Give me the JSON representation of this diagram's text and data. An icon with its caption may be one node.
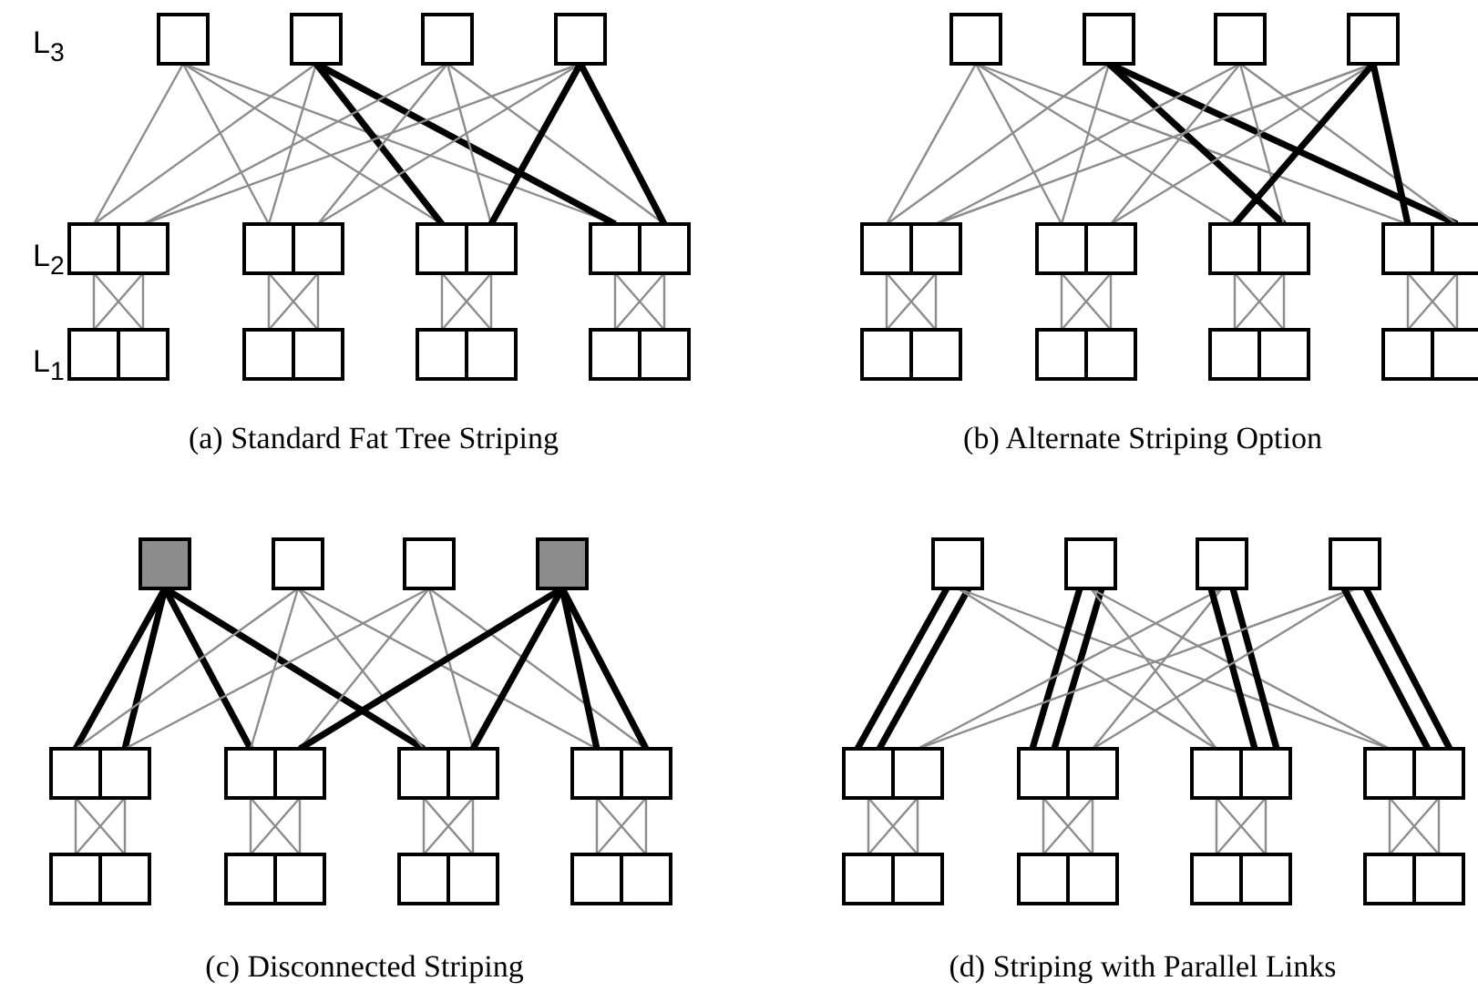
{
  "diagram": {
    "nodes": [
      {
        "text": [],
        "shape": "box"
      },
      {
        "text": [],
        "shape": "box"
      },
      {
        "text": [],
        "shape": "box"
      },
      {
        "text": [],
        "shape": "box"
      },
      {
        "text": [],
        "shape": "box"
      },
      {
        "text": [],
        "shape": "box"
      },
      {
        "text": [],
        "shape": "box"
      },
      {
        "text": [],
        "shape": "box"
      },
      {
        "text": [],
        "shape": "box"
      },
      {
        "text": [],
        "shape": "box"
      },
      {
        "text": [],
        "shape": "box"
      },
      {
        "text": [],
        "shape": "box"
      },
      {
        "text": [],
        "shape": "box"
      },
      {
        "text": [],
        "shape": "box"
      },
      {
        "text": [],
        "shape": "box"
      },
      {
        "text": [],
        "shape": "box"
      },
      {
        "text": [],
        "shape": "box"
      },
      {
        "text": [],
        "shape": "box"
      },
      {
        "text": [],
        "shape": "box"
      },
      {
        "text": [],
        "shape": "box"
      },
      {
        "text": [],
        "shape": "box"
      },
      {
        "text": [],
        "shape": "box"
      },
      {
        "text": [],
        "shape": "box"
      },
      {
        "text": [],
        "shape": "box"
      },
      {
        "text": [],
        "shape": "box"
      },
      {
        "text": [],
        "shape": "box"
      },
      {
        "text": [],
        "shape": "box"
      },
      {
        "text": [],
        "shape": "box"
      },
      {
        "text": [],
        "shape": "box"
      },
      {
        "text": [],
        "shape": "box"
      },
      {
        "text": [],
        "shape": "box"
      },
      {
        "text": [],
        "shape": "box"
      },
      {
        "text": [],
        "shape": "box"
      },
      {
        "text": [],
        "shape": "box"
      },
      {
        "text": [],
        "shape": "box"
      },
      {
        "text": [],
        "shape": "box"
      },
      {
        "text": [],
        "shape": "box"
      },
      {
        "text": [],
        "shape": "box"
      },
      {
        "text": [],
        "shape": "box"
      },
      {
        "text": [],
        "shape": "box"
      },
      {
        "text": [],
        "shape": "box"
      },
      {
        "text": [],
        "shape": "box"
      },
      {
        "text": [],
        "shape": "box"
      },
      {
        "text": [],
        "shape": "box"
      },
      {
        "text": [],
        "shape": "box"
      },
      {
        "text": [],
        "shape": "box"
      },
      {
        "text": [],
        "shape": "box"
      },
      {
        "text": [],
        "shape": "box"
      },
      {
        "text": [],
        "shape": "box"
      },
      {
        "text": [],
        "shape": "box"
      },
      {
        "text": [],
        "shape": "box"
      },
      {
        "text": [],
        "shape": "box"
      },
      {
        "text": [],
        "shape": "box"
      },
      {
        "text": [],
        "shape": "box"
      },
      {
        "text": [],
        "shape": "box"
      },
      {
        "text": [],
        "shape": "box"
      },
      {
        "text": [],
        "shape": "box"
      },
      {
        "text": [],
        "shape": "box"
      },
      {
        "text": [],
        "shape": "box"
      },
      {
        "text": [],
        "shape": "box"
      },
      {
        "text": [],
        "shape": "box"
      },
      {
        "text": [],
        "shape": "box"
      },
      {
        "text": [],
        "shape": "box"
      },
      {
        "text": [],
        "shape": "box"
      },
      {
        "text": [],
        "shape": "box"
      },
      {
        "text": [],
        "shape": "box"
      },
      {
        "text": [],
        "shape": "box"
      },
      {
        "text": [],
        "shape": "box"
      },
      {
        "text": [],
        "shape": "box"
      },
      {
        "text": [],
        "shape": "box"
      },
      {
        "text": [],
        "shape": "box"
      },
      {
        "text": [],
        "shape": "box"
      },
      {
        "text": [],
        "shape": "box"
      },
      {
        "text": [],
        "shape": "box"
      },
      {
        "text": [],
        "shape": "box"
      },
      {
        "text": [],
        "shape": "box"
      },
      {
        "text": [],
        "shape": "box"
      },
      {
        "text": [],
        "shape": "box"
      },
      {
        "text": [],
        "shape": "box"
      },
      {
        "text": [],
        "shape": "box"
      }
    ],
    "edges": [
      {
        "from": 0,
        "to": 4,
        "arrow": "none"
      },
      {
        "from": 0,
        "to": 6,
        "arrow": "none"
      },
      {
        "from": 0,
        "to": 8,
        "arrow": "none"
      },
      {
        "from": 0,
        "to": 10,
        "arrow": "none"
      },
      {
        "from": 1,
        "to": 4,
        "arrow": "none"
      },
      {
        "from": 1,
        "to": 6,
        "arrow": "none"
      },
      {
        "from": 1,
        "to": 8,
        "arrow": "none",
        "style": "thick",
        "color": "#000000"
      },
      {
        "from": 1,
        "to": 10,
        "arrow": "none",
        "style": "thick",
        "color": "#000000"
      },
      {
        "from": 2,
        "to": 5,
        "arrow": "none"
      },
      {
        "from": 2,
        "to": 7,
        "arrow": "none"
      },
      {
        "from": 2,
        "to": 9,
        "arrow": "none"
      },
      {
        "from": 2,
        "to": 11,
        "arrow": "none"
      },
      {
        "from": 3,
        "to": 5,
        "arrow": "none"
      },
      {
        "from": 3,
        "to": 7,
        "arrow": "none"
      },
      {
        "from": 3,
        "to": 9,
        "arrow": "none",
        "style": "thick",
        "color": "#000000"
      },
      {
        "from": 3,
        "to": 11,
        "arrow": "none",
        "style": "thick",
        "color": "#000000"
      },
      {
        "from": 4,
        "to": 12,
        "arrow": "none"
      },
      {
        "from": 5,
        "to": 13,
        "arrow": "none"
      },
      {
        "from": 4,
        "to": 13,
        "arrow": "none"
      },
      {
        "from": 5,
        "to": 12,
        "arrow": "none"
      },
      {
        "from": 6,
        "to": 14,
        "arrow": "none"
      },
      {
        "from": 7,
        "to": 15,
        "arrow": "none"
      },
      {
        "from": 6,
        "to": 15,
        "arrow": "none"
      },
      {
        "from": 7,
        "to": 14,
        "arrow": "none"
      },
      {
        "from": 8,
        "to": 16,
        "arrow": "none"
      },
      {
        "from": 9,
        "to": 17,
        "arrow": "none"
      },
      {
        "from": 8,
        "to": 17,
        "arrow": "none"
      },
      {
        "from": 9,
        "to": 16,
        "arrow": "none"
      },
      {
        "from": 10,
        "to": 18,
        "arrow": "none"
      },
      {
        "from": 11,
        "to": 19,
        "arrow": "none"
      },
      {
        "from": 10,
        "to": 19,
        "arrow": "none"
      },
      {
        "from": 11,
        "to": 18,
        "arrow": "none"
      },
      {
        "from": 20,
        "to": 24,
        "arrow": "none"
      },
      {
        "from": 20,
        "to": 26,
        "arrow": "none"
      },
      {
        "from": 20,
        "to": 28,
        "arrow": "none"
      },
      {
        "from": 20,
        "to": 30,
        "arrow": "none"
      },
      {
        "from": 21,
        "to": 24,
        "arrow": "none"
      },
      {
        "from": 21,
        "to": 26,
        "arrow": "none"
      },
      {
        "from": 21,
        "to": 29,
        "arrow": "none",
        "style": "thick",
        "color": "#000000"
      },
      {
        "from": 21,
        "to": 31,
        "arrow": "none",
        "style": "thick",
        "color": "#000000"
      },
      {
        "from": 22,
        "to": 25,
        "arrow": "none"
      },
      {
        "from": 22,
        "to": 27,
        "arrow": "none"
      },
      {
        "from": 22,
        "to": 29,
        "arrow": "none"
      },
      {
        "from": 22,
        "to": 31,
        "arrow": "none"
      },
      {
        "from": 23,
        "to": 25,
        "arrow": "none"
      },
      {
        "from": 23,
        "to": 27,
        "arrow": "none"
      },
      {
        "from": 23,
        "to": 28,
        "arrow": "none",
        "style": "thick",
        "color": "#000000"
      },
      {
        "from": 23,
        "to": 30,
        "arrow": "none",
        "style": "thick",
        "color": "#000000"
      },
      {
        "from": 24,
        "to": 32,
        "arrow": "none"
      },
      {
        "from": 25,
        "to": 33,
        "arrow": "none"
      },
      {
        "from": 24,
        "to": 33,
        "arrow": "none"
      },
      {
        "from": 25,
        "to": 32,
        "arrow": "none"
      },
      {
        "from": 26,
        "to": 34,
        "arrow": "none"
      },
      {
        "from": 27,
        "to": 35,
        "arrow": "none"
      },
      {
        "from": 26,
        "to": 35,
        "arrow": "none"
      },
      {
        "from": 27,
        "to": 34,
        "arrow": "none"
      },
      {
        "from": 28,
        "to": 36,
        "arrow": "none"
      },
      {
        "from": 29,
        "to": 37,
        "arrow": "none"
      },
      {
        "from": 28,
        "to": 37,
        "arrow": "none"
      },
      {
        "from": 29,
        "to": 36,
        "arrow": "none"
      },
      {
        "from": 30,
        "to": 38,
        "arrow": "none"
      },
      {
        "from": 31,
        "to": 39,
        "arrow": "none"
      },
      {
        "from": 30,
        "to": 39,
        "arrow": "none"
      },
      {
        "from": 31,
        "to": 38,
        "arrow": "none"
      },
      {
        "from": 40,
        "to": 44,
        "arrow": "none",
        "style": "thick",
        "color": "#000000"
      },
      {
        "from": 40,
        "to": 45,
        "arrow": "none",
        "style": "thick",
        "color": "#000000"
      },
      {
        "from": 40,
        "to": 46,
        "arrow": "none",
        "style": "thick",
        "color": "#000000"
      },
      {
        "from": 40,
        "to": 48,
        "arrow": "none",
        "style": "thick",
        "color": "#000000"
      },
      {
        "from": 41,
        "to": 44,
        "arrow": "none"
      },
      {
        "from": 41,
        "to": 46,
        "arrow": "none"
      },
      {
        "from": 41,
        "to": 48,
        "arrow": "none"
      },
      {
        "from": 41,
        "to": 50,
        "arrow": "none"
      },
      {
        "from": 42,
        "to": 45,
        "arrow": "none"
      },
      {
        "from": 42,
        "to": 47,
        "arrow": "none"
      },
      {
        "from": 42,
        "to": 49,
        "arrow": "none"
      },
      {
        "from": 42,
        "to": 51,
        "arrow": "none"
      },
      {
        "from": 43,
        "to": 47,
        "arrow": "none",
        "style": "thick",
        "color": "#000000"
      },
      {
        "from": 43,
        "to": 49,
        "arrow": "none",
        "style": "thick",
        "color": "#000000"
      },
      {
        "from": 43,
        "to": 50,
        "arrow": "none",
        "style": "thick",
        "color": "#000000"
      },
      {
        "from": 43,
        "to": 51,
        "arrow": "none",
        "style": "thick",
        "color": "#000000"
      },
      {
        "from": 44,
        "to": 52,
        "arrow": "none"
      },
      {
        "from": 45,
        "to": 53,
        "arrow": "none"
      },
      {
        "from": 44,
        "to": 53,
        "arrow": "none"
      },
      {
        "from": 45,
        "to": 52,
        "arrow": "none"
      },
      {
        "from": 46,
        "to": 54,
        "arrow": "none"
      },
      {
        "from": 47,
        "to": 55,
        "arrow": "none"
      },
      {
        "from": 46,
        "to": 55,
        "arrow": "none"
      },
      {
        "from": 47,
        "to": 54,
        "arrow": "none"
      },
      {
        "from": 48,
        "to": 56,
        "arrow": "none"
      },
      {
        "from": 49,
        "to": 57,
        "arrow": "none"
      },
      {
        "from": 48,
        "to": 57,
        "arrow": "none"
      },
      {
        "from": 49,
        "to": 56,
        "arrow": "none"
      },
      {
        "from": 50,
        "to": 58,
        "arrow": "none"
      },
      {
        "from": 51,
        "to": 59,
        "arrow": "none"
      },
      {
        "from": 50,
        "to": 59,
        "arrow": "none"
      },
      {
        "from": 51,
        "to": 58,
        "arrow": "none"
      },
      {
        "from": 60,
        "to": 64,
        "arrow": "none",
        "style": "thick",
        "color": "#000000"
      },
      {
        "from": 60,
        "to": 64,
        "arrow": "none",
        "style": "thick",
        "color": "#000000"
      },
      {
        "from": 60,
        "to": 68,
        "arrow": "none"
      },
      {
        "from": 60,
        "to": 70,
        "arrow": "none"
      },
      {
        "from": 61,
        "to": 66,
        "arrow": "none",
        "style": "thick",
        "color": "#000000"
      },
      {
        "from": 61,
        "to": 66,
        "arrow": "none",
        "style": "thick",
        "color": "#000000"
      },
      {
        "from": 61,
        "to": 68,
        "arrow": "none"
      },
      {
        "from": 61,
        "to": 70,
        "arrow": "none"
      },
      {
        "from": 62,
        "to": 65,
        "arrow": "none"
      },
      {
        "from": 62,
        "to": 67,
        "arrow": "none"
      },
      {
        "from": 62,
        "to": 69,
        "arrow": "none",
        "style": "thick",
        "color": "#000000"
      },
      {
        "from": 62,
        "to": 69,
        "arrow": "none",
        "style": "thick",
        "color": "#000000"
      },
      {
        "from": 63,
        "to": 65,
        "arrow": "none"
      },
      {
        "from": 63,
        "to": 67,
        "arrow": "none"
      },
      {
        "from": 63,
        "to": 71,
        "arrow": "none",
        "style": "thick",
        "color": "#000000"
      },
      {
        "from": 63,
        "to": 71,
        "arrow": "none",
        "style": "thick",
        "color": "#000000"
      },
      {
        "from": 64,
        "to": 72,
        "arrow": "none"
      },
      {
        "from": 65,
        "to": 73,
        "arrow": "none"
      },
      {
        "from": 64,
        "to": 73,
        "arrow": "none"
      },
      {
        "from": 65,
        "to": 72,
        "arrow": "none"
      },
      {
        "from": 66,
        "to": 74,
        "arrow": "none"
      },
      {
        "from": 67,
        "to": 75,
        "arrow": "none"
      },
      {
        "from": 66,
        "to": 75,
        "arrow": "none"
      },
      {
        "from": 67,
        "to": 74,
        "arrow": "none"
      },
      {
        "from": 68,
        "to": 76,
        "arrow": "none"
      },
      {
        "from": 69,
        "to": 77,
        "arrow": "none"
      },
      {
        "from": 68,
        "to": 77,
        "arrow": "none"
      },
      {
        "from": 69,
        "to": 76,
        "arrow": "none"
      },
      {
        "from": 70,
        "to": 78,
        "arrow": "none"
      },
      {
        "from": 71,
        "to": 79,
        "arrow": "none"
      },
      {
        "from": 70,
        "to": 79,
        "arrow": "none"
      },
      {
        "from": 71,
        "to": 78,
        "arrow": "none"
      }
    ],
    "labels": [
      "L$_{3}$",
      "L$_{2}$",
      "L$_{1}$",
      "(a) Standard Fat Tree Striping",
      "(b) Alternate Striping Option",
      "(c) Disconnected Striping",
      "(d) Striping with Parallel Links"
    ]
  }
}
